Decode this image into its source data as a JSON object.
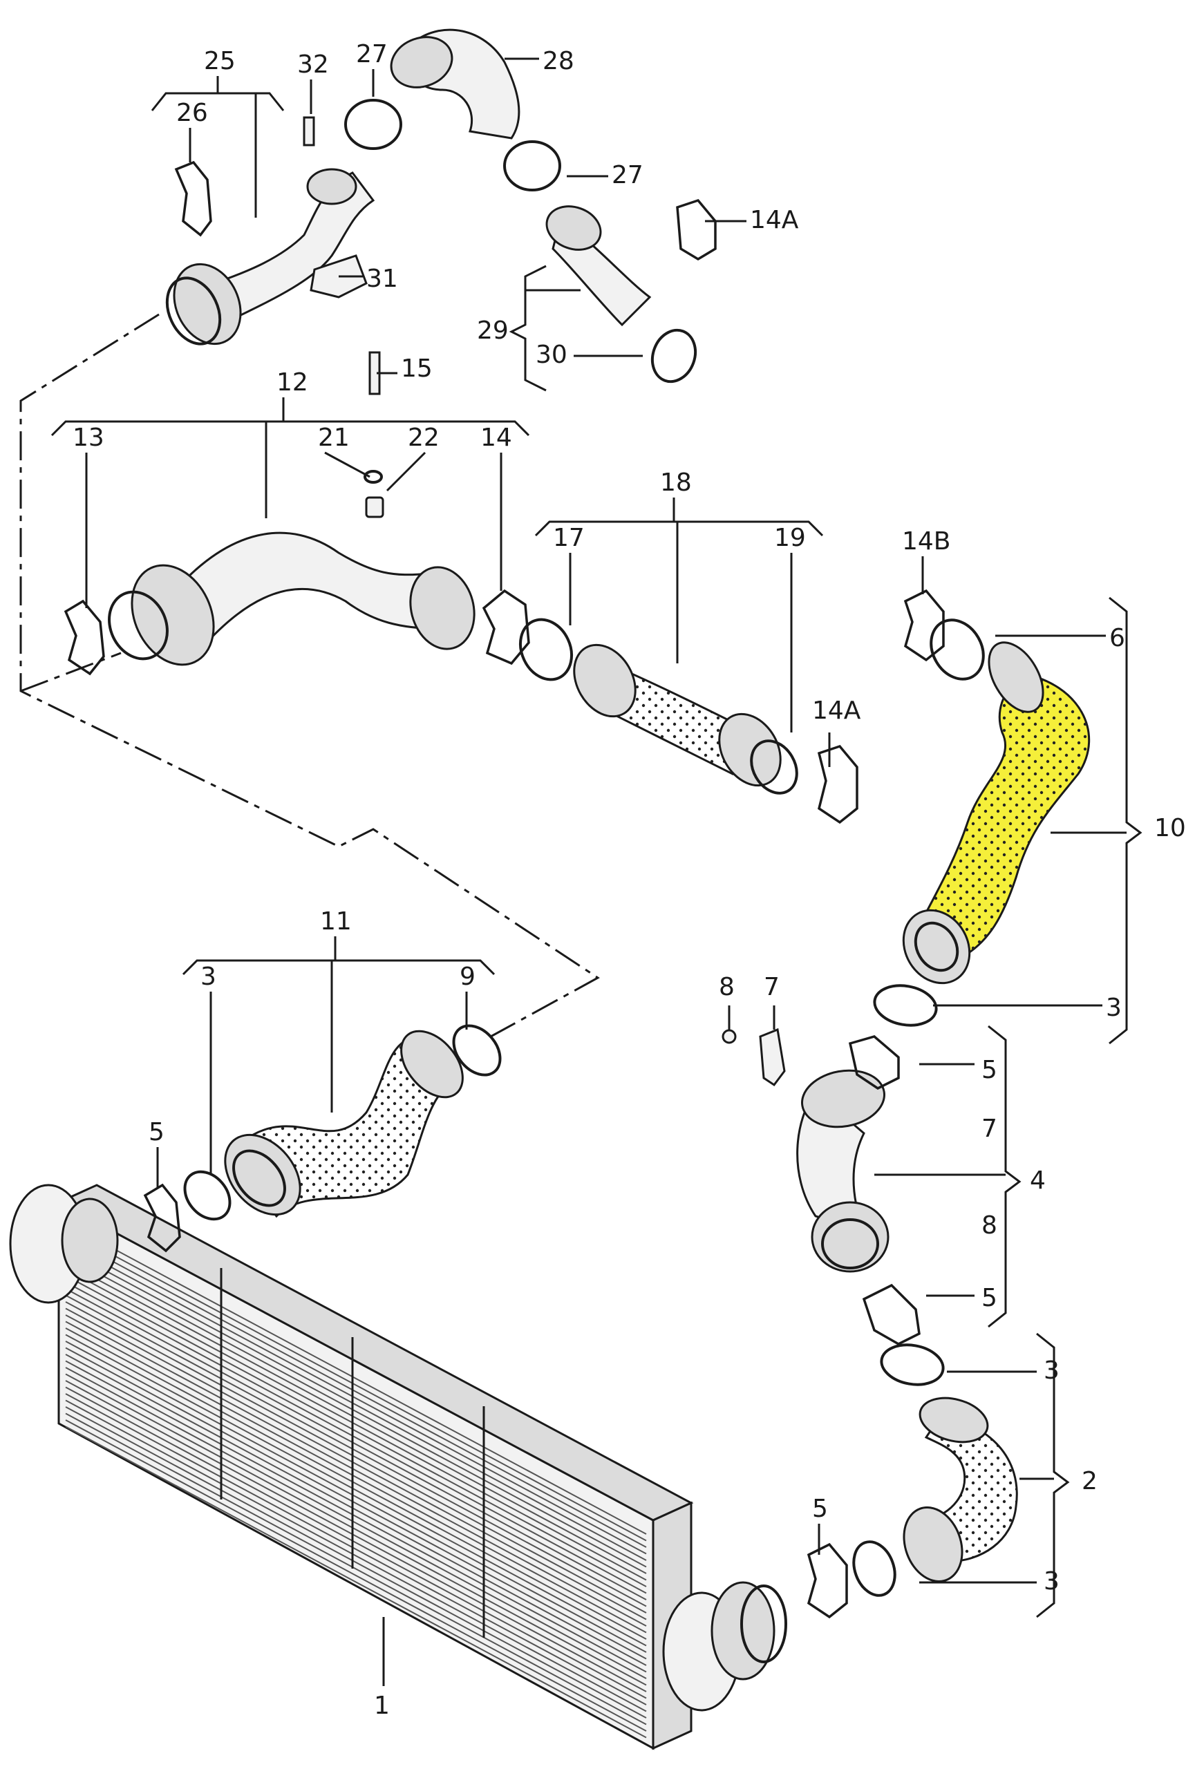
{
  "highlight_color": "#f5ef3a",
  "labels": {
    "p1": "1",
    "p2": "2",
    "p3a": "3",
    "p3b": "3",
    "p3c": "3",
    "p3d": "3",
    "p4": "4",
    "p5a": "5",
    "p5b": "5",
    "p5c": "5",
    "p5d": "5",
    "p6": "6",
    "p7a": "7",
    "p7b": "7",
    "p8a": "8",
    "p8b": "8",
    "p9": "9",
    "p10": "10",
    "p11": "11",
    "p12": "12",
    "p13": "13",
    "p14": "14",
    "p14a1": "14A",
    "p14a2": "14A",
    "p14b": "14B",
    "p15": "15",
    "p17": "17",
    "p18": "18",
    "p19": "19",
    "p21": "21",
    "p22": "22",
    "p25": "25",
    "p26": "26",
    "p27a": "27",
    "p27b": "27",
    "p28": "28",
    "p29": "29",
    "p30": "30",
    "p31": "31",
    "p32": "32"
  }
}
